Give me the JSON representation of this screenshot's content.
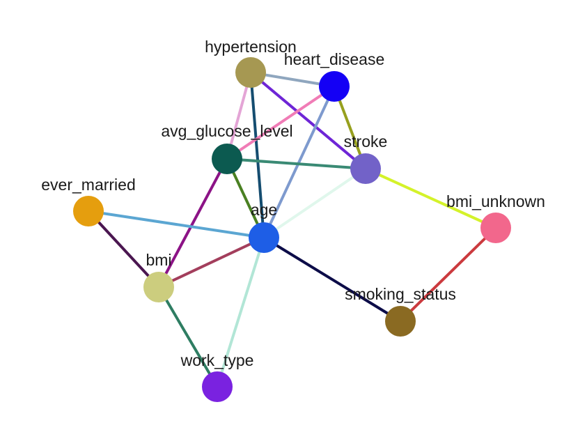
{
  "graph": {
    "nodes": [
      {
        "id": "hypertension",
        "label": "hypertension",
        "color": "#A69852"
      },
      {
        "id": "heart_disease",
        "label": "heart_disease",
        "color": "#1400F5"
      },
      {
        "id": "avg_glucose_level",
        "label": "avg_glucose_level",
        "color": "#0C5A50"
      },
      {
        "id": "stroke",
        "label": "stroke",
        "color": "#7262C8"
      },
      {
        "id": "ever_married",
        "label": "ever_married",
        "color": "#E59E0E"
      },
      {
        "id": "age",
        "label": "age",
        "color": "#1E5EE6"
      },
      {
        "id": "bmi_unknown",
        "label": "bmi_unknown",
        "color": "#F2678C"
      },
      {
        "id": "bmi",
        "label": "bmi",
        "color": "#CCCD7E"
      },
      {
        "id": "smoking_status",
        "label": "smoking_status",
        "color": "#8A6A22"
      },
      {
        "id": "work_type",
        "label": "work_type",
        "color": "#7A22E0"
      }
    ],
    "edges": [
      {
        "source": "hypertension",
        "target": "heart_disease",
        "color": "#8FA6BE"
      },
      {
        "source": "hypertension",
        "target": "avg_glucose_level",
        "color": "#E4A5D6"
      },
      {
        "source": "hypertension",
        "target": "stroke",
        "color": "#6E25D6"
      },
      {
        "source": "hypertension",
        "target": "age",
        "color": "#154D70"
      },
      {
        "source": "heart_disease",
        "target": "avg_glucose_level",
        "color": "#F07CB6"
      },
      {
        "source": "heart_disease",
        "target": "stroke",
        "color": "#97A01E"
      },
      {
        "source": "heart_disease",
        "target": "age",
        "color": "#7E9ACE"
      },
      {
        "source": "avg_glucose_level",
        "target": "stroke",
        "color": "#3A8A74"
      },
      {
        "source": "avg_glucose_level",
        "target": "age",
        "color": "#4A8022"
      },
      {
        "source": "avg_glucose_level",
        "target": "bmi",
        "color": "#8C1386"
      },
      {
        "source": "stroke",
        "target": "age",
        "color": "#E0F7EC"
      },
      {
        "source": "stroke",
        "target": "bmi_unknown",
        "color": "#D4F22A"
      },
      {
        "source": "ever_married",
        "target": "age",
        "color": "#5BA6D2"
      },
      {
        "source": "ever_married",
        "target": "bmi",
        "color": "#4A1650"
      },
      {
        "source": "age",
        "target": "bmi",
        "color": "#A33E5C"
      },
      {
        "source": "age",
        "target": "smoking_status",
        "color": "#0C0C48"
      },
      {
        "source": "age",
        "target": "work_type",
        "color": "#B2E6D6"
      },
      {
        "source": "bmi",
        "target": "work_type",
        "color": "#2E7D62"
      },
      {
        "source": "bmi_unknown",
        "target": "smoking_status",
        "color": "#CB3A3E"
      }
    ]
  }
}
